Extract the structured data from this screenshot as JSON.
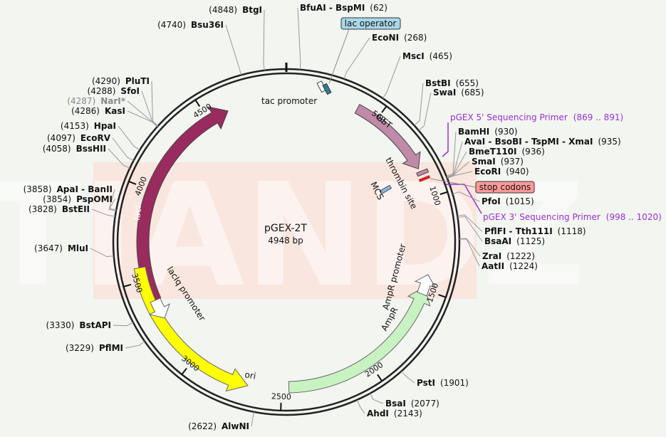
{
  "plasmid": {
    "name": "pGEX-2T",
    "size_label": "4948 bp",
    "length": 4948,
    "watermark": "TIANDZ"
  },
  "colors": {
    "gst": "#c08aa8",
    "laci": "#9a2b5e",
    "ampr": "#c9f2c2",
    "ori": "#ffff00",
    "primer": "#9b30d0",
    "lac_operator": "#a8d8e8",
    "stop_codons": "#ff9a9a",
    "watermark": "#fbe0d8"
  },
  "ticks": [
    {
      "label": "500",
      "pos": 500
    },
    {
      "label": "1000",
      "pos": 1000
    },
    {
      "label": "1500",
      "pos": 1500
    },
    {
      "label": "2000",
      "pos": 2000
    },
    {
      "label": "2500",
      "pos": 2500
    },
    {
      "label": "3000",
      "pos": 3000
    },
    {
      "label": "3500",
      "pos": 3500
    },
    {
      "label": "4000",
      "pos": 4000
    },
    {
      "label": "4500",
      "pos": 4500
    }
  ],
  "features": {
    "tac_promoter": "tac promoter",
    "gst": "GST",
    "thrombin_site": "thrombin site",
    "mcs": "MCS",
    "ampr_promoter": "AmpR promoter",
    "ampr": "AmpR",
    "ori": "ori",
    "lacq_promoter": "lacIq promoter",
    "laci": "lacI"
  },
  "badges": {
    "lac_operator": "lac operator",
    "stop_codons": "stop codons"
  },
  "primers": [
    {
      "label": "pGEX 5' Sequencing Primer",
      "range": "(869 .. 891)"
    },
    {
      "label": "pGEX 3' Sequencing Primer",
      "range": "(998 .. 1020)"
    }
  ],
  "sites_right": [
    {
      "name": "BfuAI - BspMI",
      "pos": "(62)"
    },
    {
      "name": "EcoNI",
      "pos": "(268)"
    },
    {
      "name": "MscI",
      "pos": "(465)"
    },
    {
      "name": "BstBI",
      "pos": "(655)"
    },
    {
      "name": "SwaI",
      "pos": "(685)"
    },
    {
      "name": "BamHI",
      "pos": "(930)"
    },
    {
      "name": "AvaI - BsoBI - TspMI - XmaI",
      "pos": "(935)"
    },
    {
      "name": "BmeT110I",
      "pos": "(936)"
    },
    {
      "name": "SmaI",
      "pos": "(937)"
    },
    {
      "name": "EcoRI",
      "pos": "(940)"
    },
    {
      "name": "PfoI",
      "pos": "(1015)"
    },
    {
      "name": "PflFI - Tth111I",
      "pos": "(1118)"
    },
    {
      "name": "BsaAI",
      "pos": "(1125)"
    },
    {
      "name": "ZraI",
      "pos": "(1222)"
    },
    {
      "name": "AatII",
      "pos": "(1224)"
    },
    {
      "name": "PstI",
      "pos": "(1901)"
    },
    {
      "name": "BsaI",
      "pos": "(2077)"
    },
    {
      "name": "AhdI",
      "pos": "(2143)"
    }
  ],
  "sites_left": [
    {
      "name": "BtgI",
      "pos": "(4848)"
    },
    {
      "name": "Bsu36I",
      "pos": "(4740)"
    },
    {
      "name": "PluTI",
      "pos": "(4290)"
    },
    {
      "name": "SfoI",
      "pos": "(4288)"
    },
    {
      "name": "NarI*",
      "pos": "(4287)"
    },
    {
      "name": "KasI",
      "pos": "(4286)"
    },
    {
      "name": "HpaI",
      "pos": "(4153)"
    },
    {
      "name": "EcoRV",
      "pos": "(4097)"
    },
    {
      "name": "BssHII",
      "pos": "(4058)"
    },
    {
      "name": "ApaI - BanII",
      "pos": "(3858)"
    },
    {
      "name": "PspOMI",
      "pos": "(3854)"
    },
    {
      "name": "BstEII",
      "pos": "(3828)"
    },
    {
      "name": "MluI",
      "pos": "(3647)"
    },
    {
      "name": "BstAPI",
      "pos": "(3330)"
    },
    {
      "name": "PflMI",
      "pos": "(3229)"
    },
    {
      "name": "AlwNI",
      "pos": "(2622)"
    }
  ]
}
